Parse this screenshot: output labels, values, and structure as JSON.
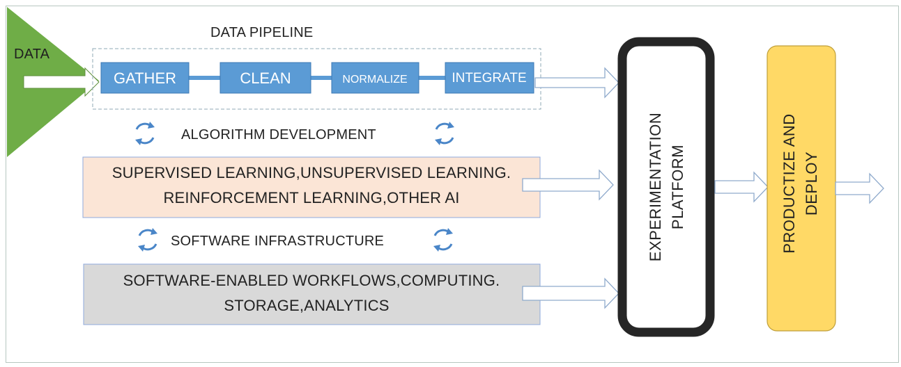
{
  "data_label": "DATA",
  "pipeline": {
    "title": "DATA PIPELINE",
    "stages": [
      "GATHER",
      "CLEAN",
      "NORMALIZE",
      "INTEGRATE"
    ]
  },
  "algorithm": {
    "title": "ALGORITHM DEVELOPMENT",
    "lines": [
      "SUPERVISED LEARNING,UNSUPERVISED LEARNING.",
      "REINFORCEMENT LEARNING,OTHER AI"
    ]
  },
  "software": {
    "title": "SOFTWARE INFRASTRUCTURE",
    "lines": [
      "SOFTWARE-ENABLED WORKFLOWS,COMPUTING.",
      "STORAGE,ANALYTICS"
    ]
  },
  "experimentation": {
    "lines": [
      "EXPERIMENTATION",
      "PLATFORM"
    ]
  },
  "productize": {
    "lines": [
      "PRODUCTIZE AND",
      "DEPLOY"
    ]
  },
  "colors": {
    "triangle": "#6fad47",
    "stage": "#5b9bd5",
    "stage_border": "#3c78b4",
    "algo_box": "#fbe5d6",
    "algo_border": "#8faadc",
    "software_box": "#d9d9d9",
    "software_border": "#8faadc",
    "platform_border": "#262626",
    "productize_box": "#ffd966",
    "productize_border": "#bf9f3a",
    "cycle": "#4a86c8"
  }
}
